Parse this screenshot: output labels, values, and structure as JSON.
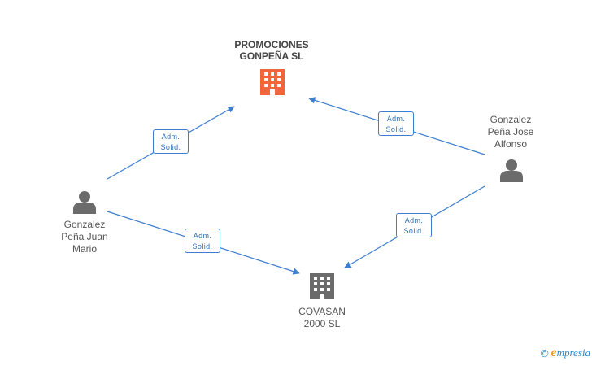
{
  "nodes": {
    "promociones": {
      "line1": "PROMOCIONES",
      "line2": "GONPEÑA SL",
      "color": "#f0653a"
    },
    "covasan": {
      "line1": "COVASAN",
      "line2": "2000 SL",
      "color": "#6b6b6b"
    },
    "juan_mario": {
      "line1": "Gonzalez",
      "line2": "Peña Juan",
      "line3": "Mario",
      "color": "#6b6b6b"
    },
    "jose_alfonso": {
      "line1": "Gonzalez",
      "line2": "Peña Jose",
      "line3": "Alfonso",
      "color": "#6b6b6b"
    }
  },
  "edges": {
    "e1": {
      "line1": "Adm.",
      "line2": "Solid."
    },
    "e2": {
      "line1": "Adm.",
      "line2": "Solid."
    },
    "e3": {
      "line1": "Adm.",
      "line2": "Solid."
    },
    "e4": {
      "line1": "Adm.",
      "line2": "Solid."
    }
  },
  "footer": {
    "copyright": "©",
    "brand_initial": "e",
    "brand_rest": "mpresia"
  },
  "colors": {
    "edge": "#3d7ecf"
  }
}
